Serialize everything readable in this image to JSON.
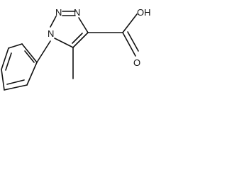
{
  "molecule": {
    "atoms": {
      "n1": "N",
      "n2": "N",
      "n3": "N",
      "oh": "OH",
      "o": "O"
    },
    "colors": {
      "ink": "#111111",
      "background": "#ffffff"
    }
  }
}
